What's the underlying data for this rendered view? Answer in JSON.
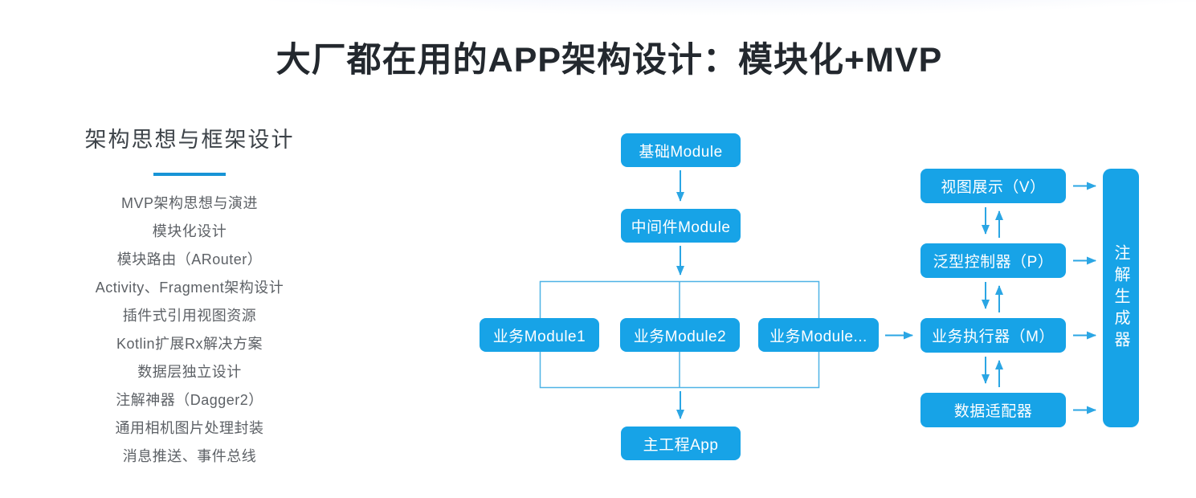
{
  "title": "大厂都在用的APP架构设计：模块化+MVP",
  "colors": {
    "primary_blue": "#17a3e7",
    "arrow_blue": "#2ba6e4",
    "group_outline_blue": "#4fb3e6",
    "heading_underline": "#1794d6",
    "title_text": "#23282e",
    "sidebar_heading_text": "#3d4349",
    "sidebar_item_text": "#5d6166"
  },
  "sidebar": {
    "heading": "架构思想与框架设计",
    "items": [
      "MVP架构思想与演进",
      "模块化设计",
      "模块路由（ARouter）",
      "Activity、Fragment架构设计",
      "插件式引用视图资源",
      "Kotlin扩展Rx解决方案",
      "数据层独立设计",
      "注解神器（Dagger2）",
      "通用相机图片处理封装",
      "消息推送、事件总线"
    ]
  },
  "diagram": {
    "module_flow": {
      "base_module": "基础Module",
      "middleware_module": "中间件Module",
      "business_module_1": "业务Module1",
      "business_module_2": "业务Module2",
      "business_module_more": "业务Module...",
      "main_app": "主工程App"
    },
    "mvp_flow": {
      "view": "视图展示（V）",
      "presenter": "泛型控制器（P）",
      "model": "业务执行器（M）",
      "data_adapter": "数据适配器",
      "annotation_generator": "注解生成器"
    }
  }
}
